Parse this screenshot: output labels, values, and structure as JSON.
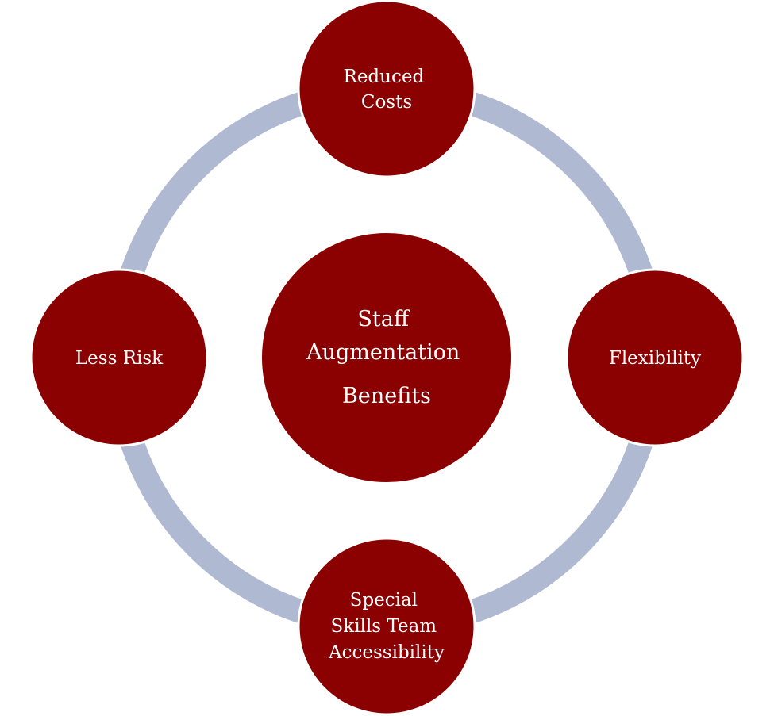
{
  "diagram": {
    "type": "cycle",
    "center": {
      "lines": [
        "Staff",
        "Augmentation",
        "Benefits"
      ]
    },
    "nodes": [
      {
        "id": "top",
        "lines": [
          "Reduced",
          "Costs"
        ]
      },
      {
        "id": "right",
        "lines": [
          "Flexibility"
        ]
      },
      {
        "id": "bottom",
        "lines": [
          "Special",
          "Skills Team",
          "Accessibility"
        ]
      },
      {
        "id": "left",
        "lines": [
          "Less Risk"
        ]
      }
    ]
  },
  "colors": {
    "node_fill": "#8b0000",
    "ring": "#b0b9d2",
    "text": "#ffffff",
    "background": "#ffffff"
  }
}
